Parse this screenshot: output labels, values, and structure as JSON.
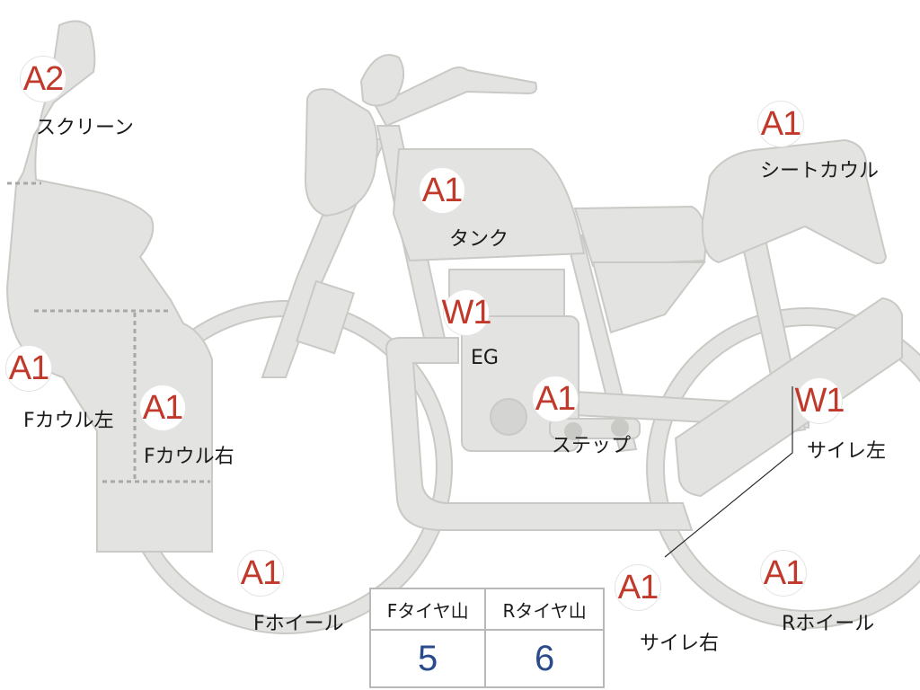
{
  "colors": {
    "body_fill": "#e3e4e1",
    "body_stroke": "#c9cac6",
    "badge_text": "#c0392b",
    "table_value": "#2a4a8c",
    "divider": "#a8a8a8"
  },
  "parts": {
    "screen": {
      "grade": "A2",
      "name": "スクリーン"
    },
    "seat_cowl": {
      "grade": "A1",
      "name": "シートカウル"
    },
    "tank": {
      "grade": "A1",
      "name": "タンク"
    },
    "engine": {
      "grade": "W1",
      "name": "EG"
    },
    "f_cowl_left": {
      "grade": "A1",
      "name": "Fカウル左"
    },
    "f_cowl_right": {
      "grade": "A1",
      "name": "Fカウル右"
    },
    "step": {
      "grade": "A1",
      "name": "ステップ"
    },
    "muffler_left": {
      "grade": "W1",
      "name": "サイレ左"
    },
    "f_wheel": {
      "grade": "A1",
      "name": "Fホイール"
    },
    "muffler_right": {
      "grade": "A1",
      "name": "サイレ右"
    },
    "r_wheel": {
      "grade": "A1",
      "name": "Rホイール"
    }
  },
  "tread_table": {
    "headers": [
      "Fタイヤ山",
      "Rタイヤ山"
    ],
    "values": [
      "5",
      "6"
    ]
  }
}
